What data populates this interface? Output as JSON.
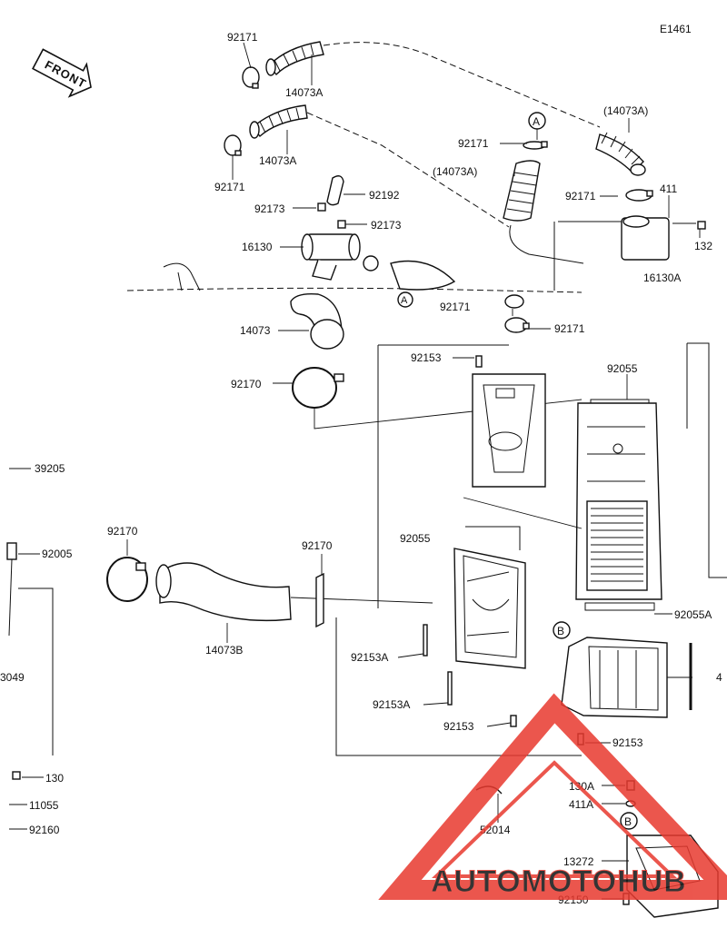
{
  "diagram_code": "E1461",
  "front_arrow_text": "FRONT",
  "callout_letters": {
    "a": "A",
    "b": "B"
  },
  "labels": {
    "p92171_top": "92171",
    "p14073A_top": "14073A",
    "p14073A_second": "14073A",
    "p92171_left": "92171",
    "p14073A_paren_right": "(14073A)",
    "p92171_mid": "92171",
    "p14073A_paren_mid": "(14073A)",
    "p92192": "92192",
    "p92173_a": "92173",
    "p92173_b": "92173",
    "p16130": "16130",
    "p92171_right": "92171",
    "p411_top": "411",
    "p132": "132",
    "p16130A": "16130A",
    "p92171_center": "92171",
    "p92171_center_right": "92171",
    "p14073": "14073",
    "p92170_top": "92170",
    "p92153_top": "92153",
    "p92055_top": "92055",
    "p39205": "39205",
    "p92170_left": "92170",
    "p92005": "92005",
    "p92170_mid": "92170",
    "p92055_mid": "92055",
    "p14073B": "14073B",
    "p92055A": "92055A",
    "p3049": "3049",
    "p92153A_a": "92153A",
    "p92153A_b": "92153A",
    "p92153_lower": "92153",
    "p92153_right": "92153",
    "p130": "130",
    "p11055": "11055",
    "p92160": "92160",
    "p52014": "52014",
    "p130A": "130A",
    "p411A": "411A",
    "p13272": "13272",
    "p92150": "92150",
    "p4_cut": "4"
  },
  "watermark": {
    "text": "AUTOMOTOHUB",
    "color_primary": "#e8392f",
    "color_secondary": "#f5b21b"
  }
}
